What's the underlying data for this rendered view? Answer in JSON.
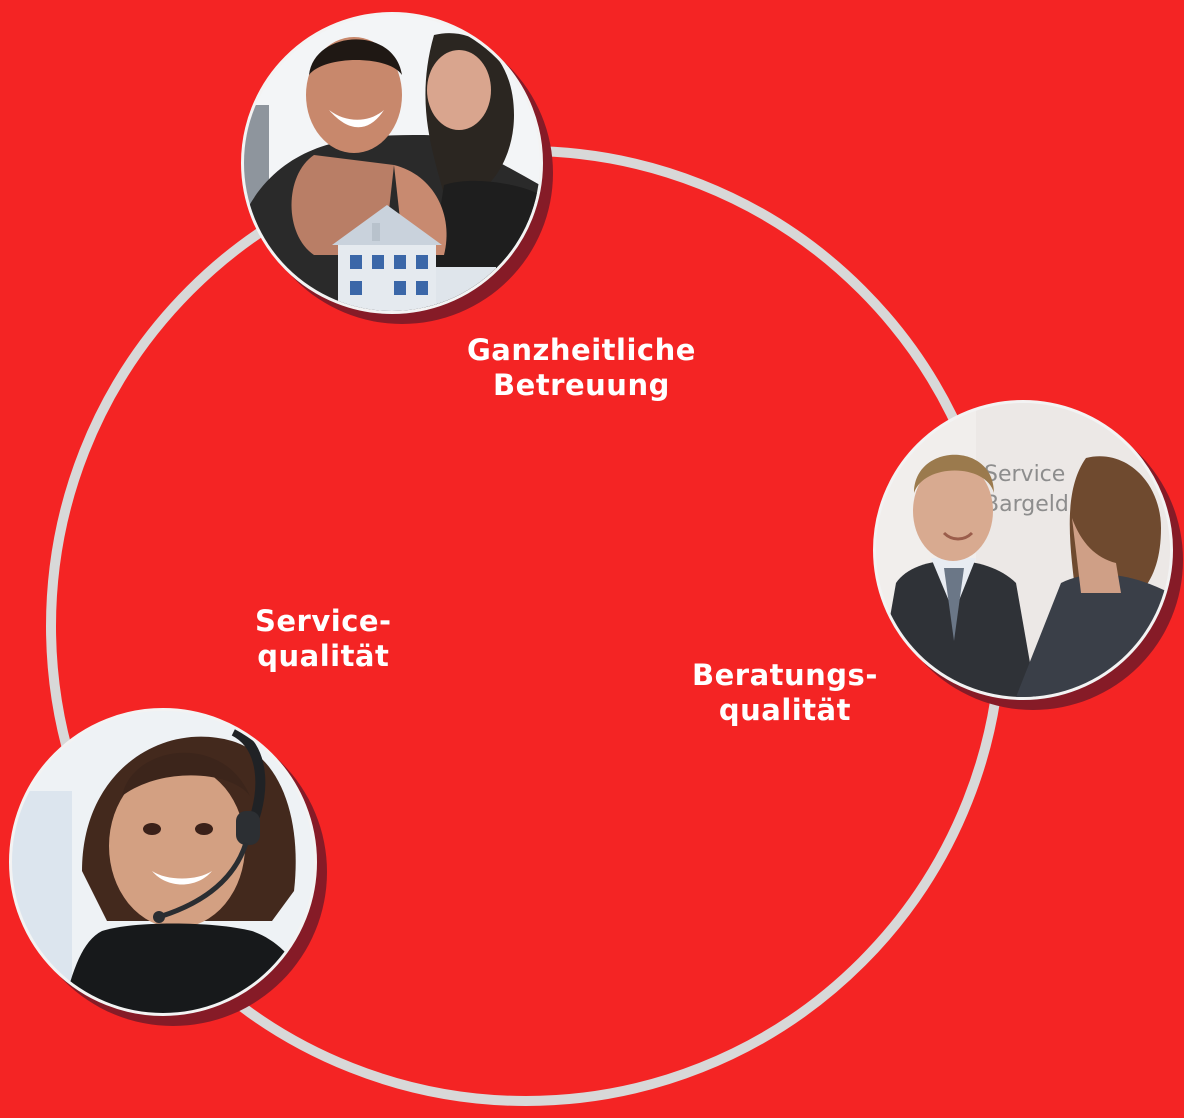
{
  "colors": {
    "background": "#f42424",
    "ring": "#d8d8d8",
    "photo_shadow": "#861b27",
    "text": "#ffffff"
  },
  "labels": {
    "top": [
      "Ganzheitliche",
      "Betreuung"
    ],
    "left": [
      "Service-",
      "qualität"
    ],
    "right": [
      "Beratungs-",
      "qualität"
    ]
  },
  "photos": {
    "top": {
      "subject": "couple-with-house-model-photo"
    },
    "right": {
      "subject": "advisor-meeting-client-photo",
      "sign_text": [
        "Service",
        "Bargeld"
      ]
    },
    "bottom_left": {
      "subject": "call-center-agent-photo"
    }
  }
}
